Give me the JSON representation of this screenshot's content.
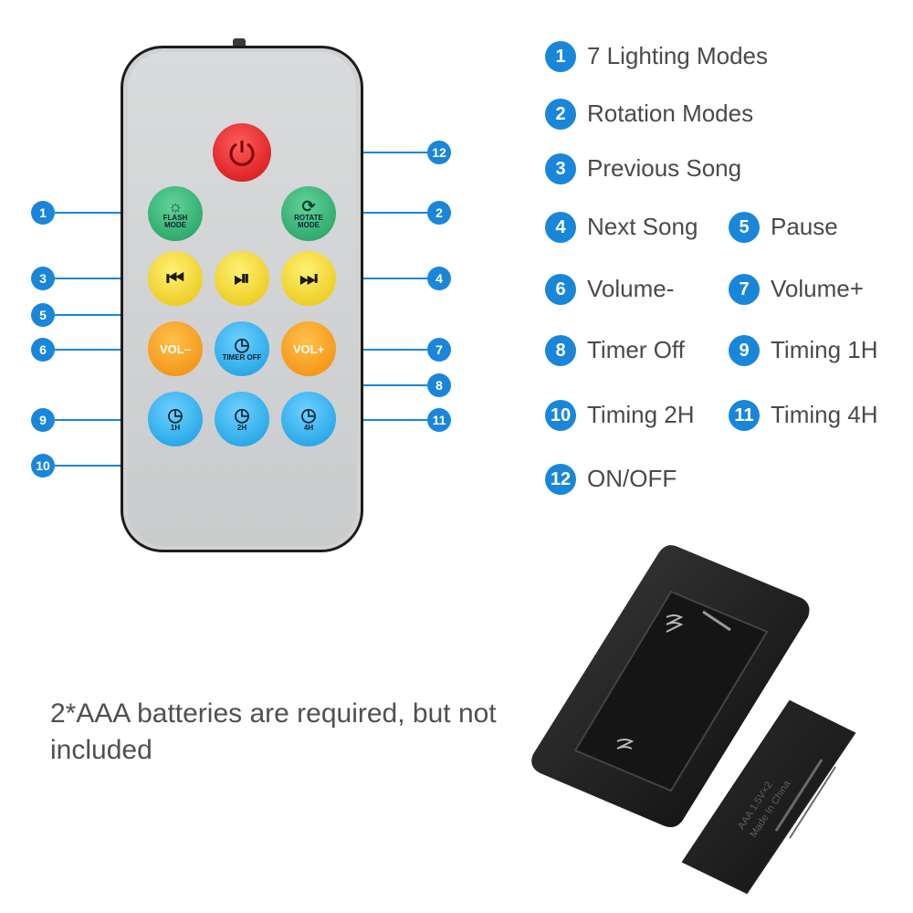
{
  "remote": {
    "flash_label": [
      "FLASH",
      "MODE"
    ],
    "rotate_label": [
      "ROTATE",
      "MODE"
    ],
    "vol_minus": "VOL–",
    "vol_plus": "VOL+",
    "timer_off": "TIMER OFF",
    "t1": "1H",
    "t2": "2H",
    "t4": "4H"
  },
  "markers": [
    "1",
    "2",
    "3",
    "4",
    "5",
    "6",
    "7",
    "8",
    "9",
    "10",
    "11",
    "12"
  ],
  "legend": [
    {
      "num": "1",
      "text": "7 Lighting Modes"
    },
    {
      "num": "2",
      "text": "Rotation Modes"
    },
    {
      "num": "3",
      "text": "Previous Song"
    },
    {
      "num": "4",
      "text": "Next Song"
    },
    {
      "num": "5",
      "text": "Pause"
    },
    {
      "num": "6",
      "text": "Volume-"
    },
    {
      "num": "7",
      "text": "Volume+"
    },
    {
      "num": "8",
      "text": "Timer Off"
    },
    {
      "num": "9",
      "text": "Timing 1H"
    },
    {
      "num": "10",
      "text": "Timing 2H"
    },
    {
      "num": "11",
      "text": "Timing 4H"
    },
    {
      "num": "12",
      "text": "ON/OFF"
    }
  ],
  "battery_note": "2*AAA batteries are required, but not included",
  "battery_lid_text": [
    "AAA  1.5V×2",
    "Made In China"
  ],
  "colors": {
    "marker": "#1a86d9",
    "green": "#1e9c5d",
    "yellow": "#e6c20b",
    "orange": "#f08a0a",
    "blue": "#129be0",
    "red": "#d10f12"
  }
}
